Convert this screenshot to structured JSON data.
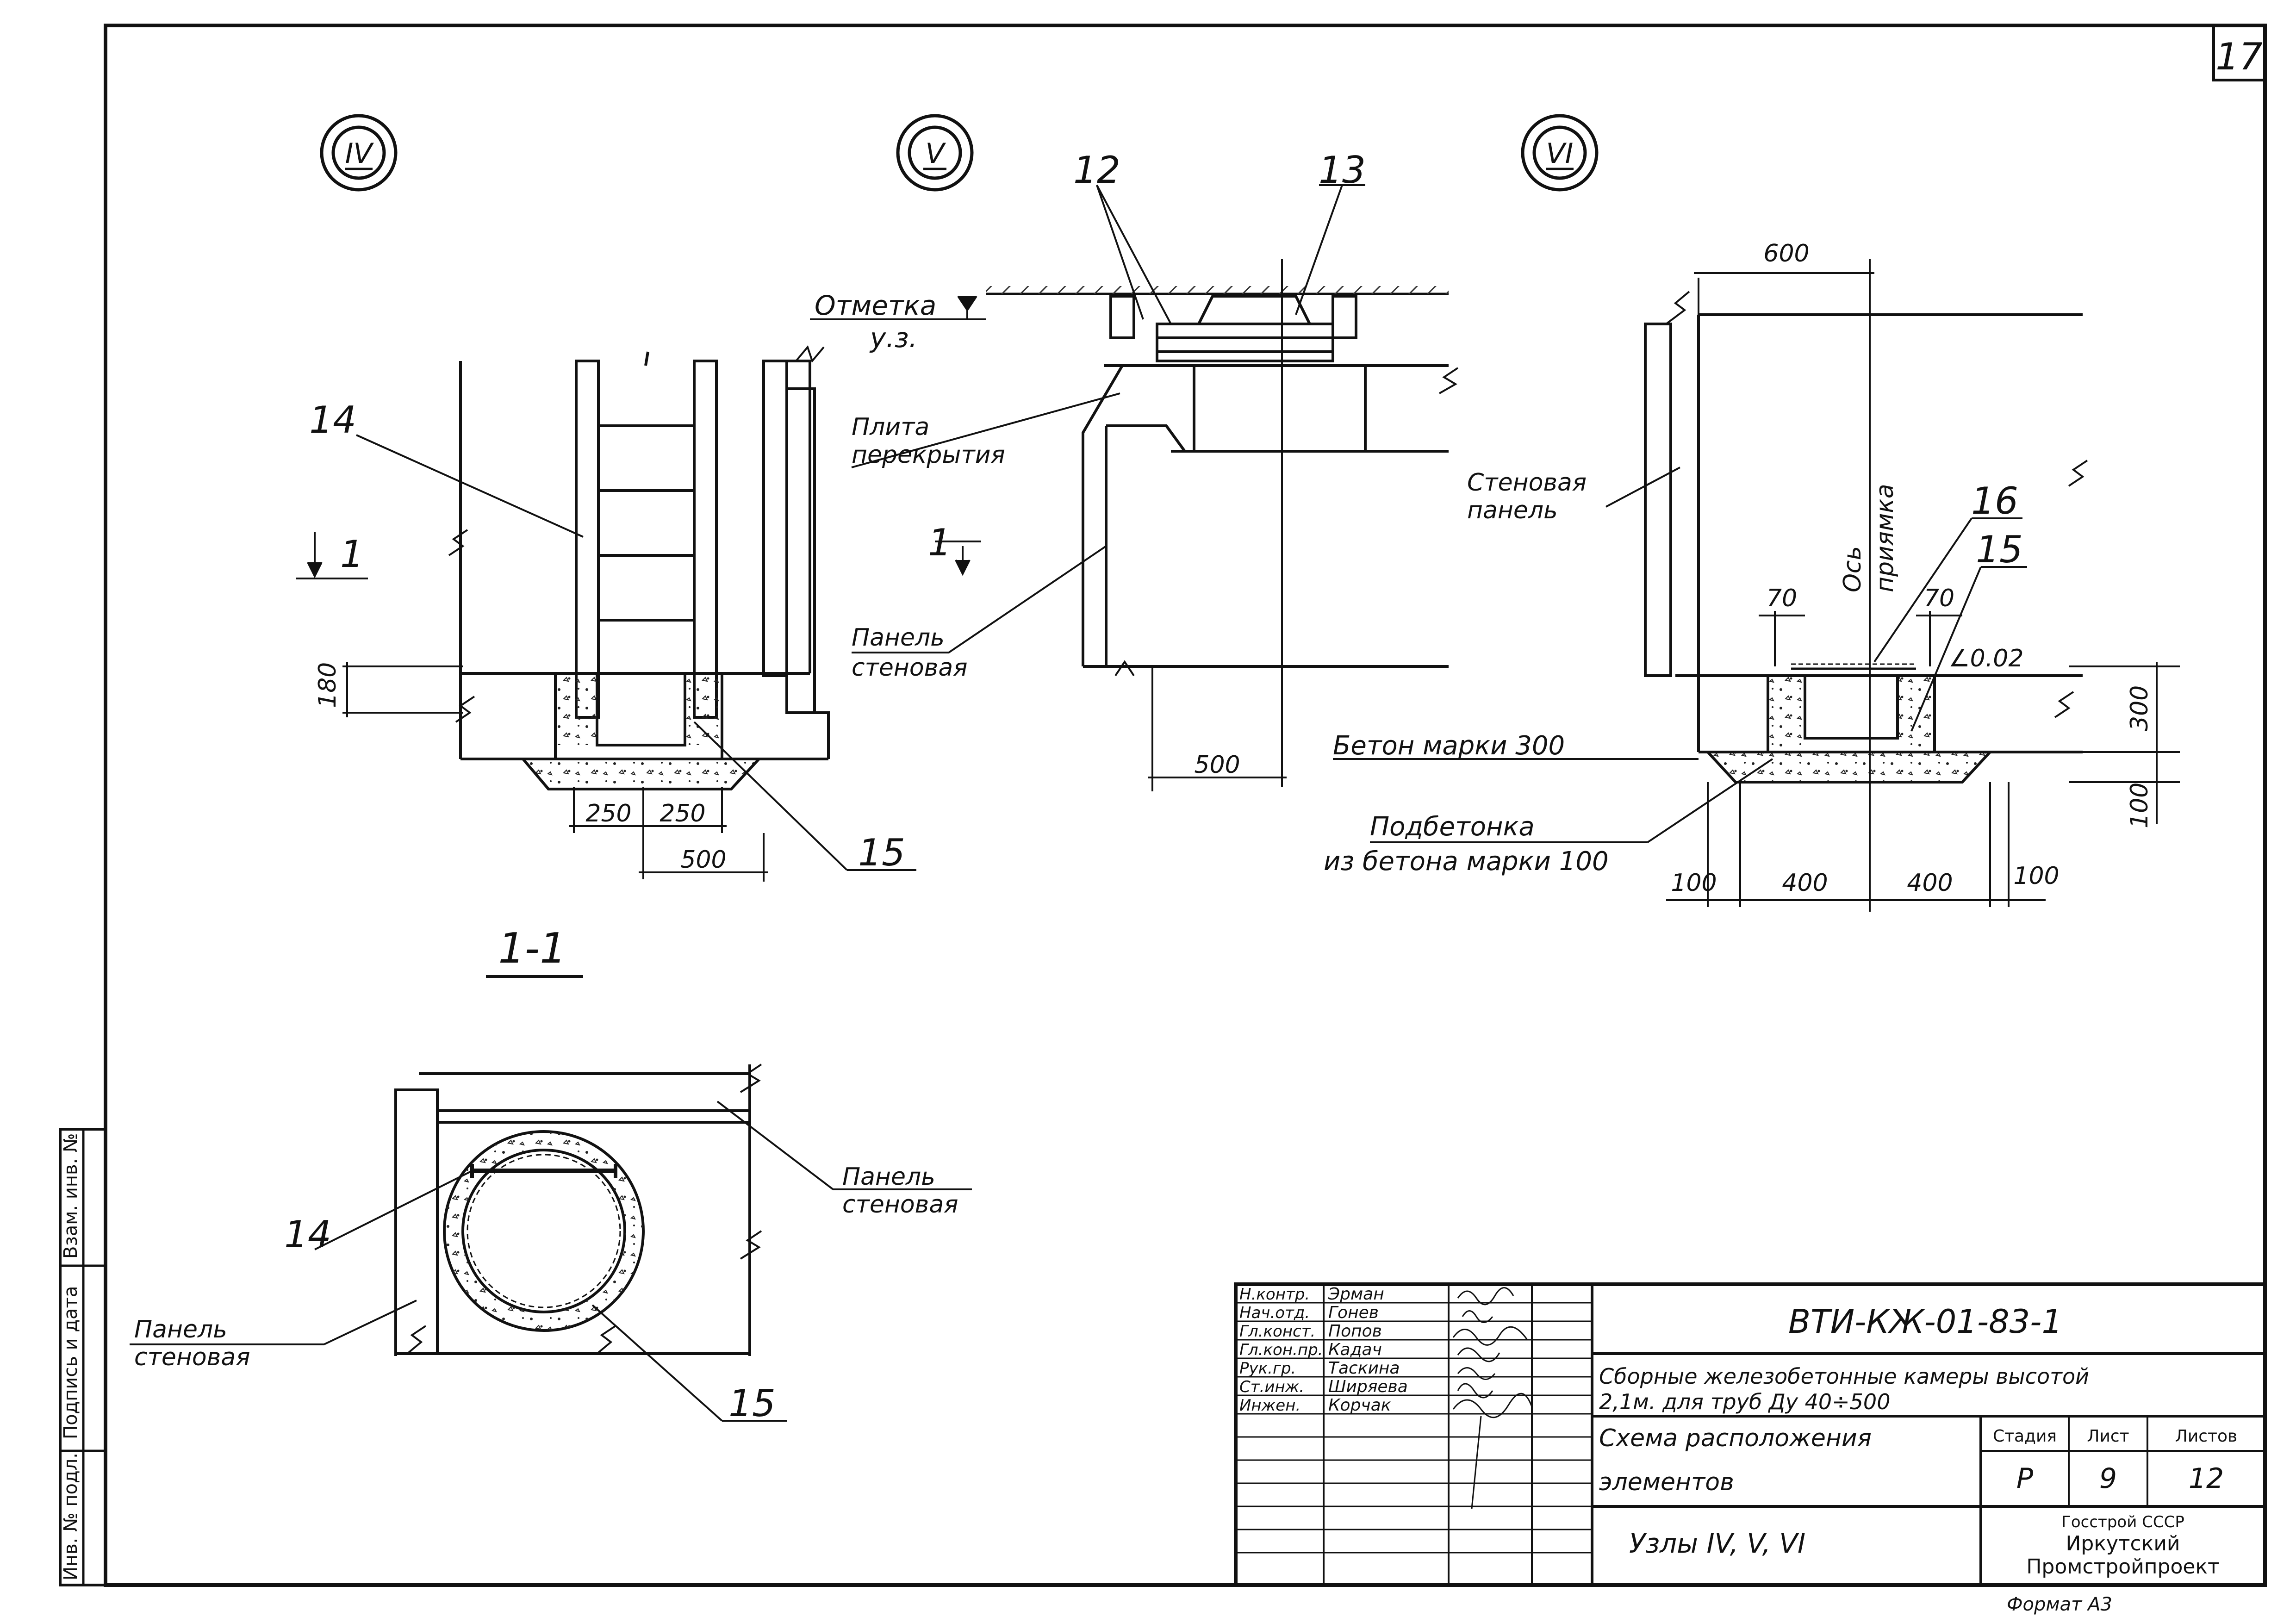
{
  "sheet": {
    "page_number": "17",
    "format_label": "Формат А3"
  },
  "nodes": {
    "iv": "IV",
    "v": "V",
    "vi": "VI"
  },
  "node_iv": {
    "pos_ladder": "14",
    "pos_pit": "15",
    "section_mark": "1",
    "dim_180": "180",
    "dim_250a": "250",
    "dim_250b": "250",
    "dim_500": "500"
  },
  "node_v": {
    "pos_12": "12",
    "pos_13": "13",
    "level_line1": "Отметка",
    "level_line2": "у.з.",
    "slab_line1": "Плита",
    "slab_line2": "перекрытия",
    "panel_line1": "Панель",
    "panel_line2": "стеновая",
    "section_mark": "1",
    "dim_500": "500"
  },
  "node_vi": {
    "dim_600": "600",
    "wall_line1": "Стеновая",
    "wall_line2": "панель",
    "axis_line1": "Ось",
    "axis_line2": "приямка",
    "pos_16": "16",
    "pos_15": "15",
    "dim_70a": "70",
    "dim_70b": "70",
    "slope": "∠0.02",
    "dim_300": "300",
    "dim_100_v": "100",
    "concrete_label": "Бетон марки 300",
    "prep_line1": "Подбетонка",
    "prep_line2": "из бетона марки 100",
    "dim_100a": "100",
    "dim_400a": "400",
    "dim_400b": "400",
    "dim_100b": "100"
  },
  "section_1_1": {
    "title": "1-1",
    "pos_14": "14",
    "pos_15": "15",
    "panel_r_line1": "Панель",
    "panel_r_line2": "стеновая",
    "panel_l_line1": "Панель",
    "panel_l_line2": "стеновая"
  },
  "side_stamp": {
    "inv_no": "Взам. инв. №",
    "sign_date": "Подпись и дата",
    "inv_orig": "Инв. № подл."
  },
  "title_block": {
    "staff": [
      {
        "role": "Н.контр.",
        "name": "Эрман"
      },
      {
        "role": "Нач.отд.",
        "name": "Гонев"
      },
      {
        "role": "Гл.конст.",
        "name": "Попов"
      },
      {
        "role": "Гл.кон.пр.",
        "name": "Кадач"
      },
      {
        "role": "Рук.гр.",
        "name": "Таскина"
      },
      {
        "role": "Ст.инж.",
        "name": "Ширяева"
      },
      {
        "role": "Инжен.",
        "name": "Корчак"
      }
    ],
    "code": "ВТИ-КЖ-01-83-1",
    "project_line1": "Сборные железобетонные камеры высотой",
    "project_line2": "2,1м. для труб Ду 40÷500",
    "sheet_title_line1": "Схема расположения",
    "sheet_title_line2": "элементов",
    "nodes_line": "Узлы IV, V, VI",
    "hdr_stage": "Стадия",
    "hdr_sheet": "Лист",
    "hdr_sheets": "Листов",
    "stage": "Р",
    "sheet_no": "9",
    "sheets_total": "12",
    "org_line1": "Госстрой СССР",
    "org_line2": "Иркутский",
    "org_line3": "Промстройпроект"
  }
}
